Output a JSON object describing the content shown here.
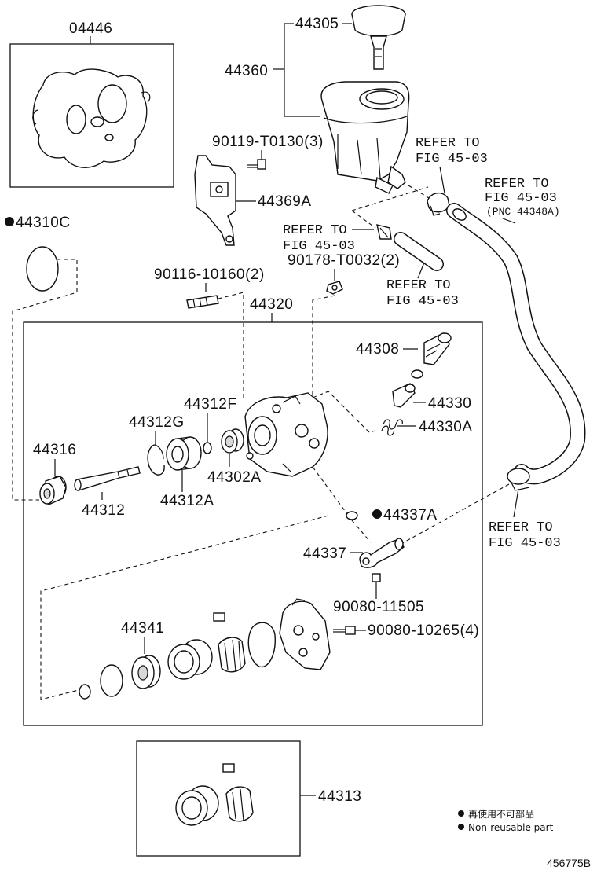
{
  "labels": {
    "p04446": "04446",
    "p44305": "44305",
    "p44360": "44360",
    "p90119": "90119-T0130(3)",
    "p44369A": "44369A",
    "p44310C": "44310C",
    "p90116": "90116-10160(2)",
    "p44320": "44320",
    "p90178": "90178-T0032(2)",
    "p44308": "44308",
    "p44330": "44330",
    "p44330A": "44330A",
    "p44312F": "44312F",
    "p44312G": "44312G",
    "p44316": "44316",
    "p44312": "44312",
    "p44312A": "44312A",
    "p44302A": "44302A",
    "p44337A": "44337A",
    "p44337": "44337",
    "p90080_11505": "90080-11505",
    "p90080_10265": "90080-10265(4)",
    "p44341": "44341",
    "p44313": "44313"
  },
  "refs": {
    "r1_a": "REFER TO",
    "r1_b": "FIG 45-03",
    "r2_a": "REFER TO",
    "r2_b": "FIG 45-03",
    "r2_c": "(PNC 44348A)",
    "r3_a": "REFER TO",
    "r3_b": "FIG 45-03",
    "r4_a": "REFER TO",
    "r4_b": "FIG 45-03",
    "r5_a": "REFER TO",
    "r5_b": "FIG 45-03"
  },
  "legend": {
    "line_cn": "再使用不可部品",
    "line_en": "Non-reusable part"
  },
  "footer": {
    "code": "456775B"
  }
}
